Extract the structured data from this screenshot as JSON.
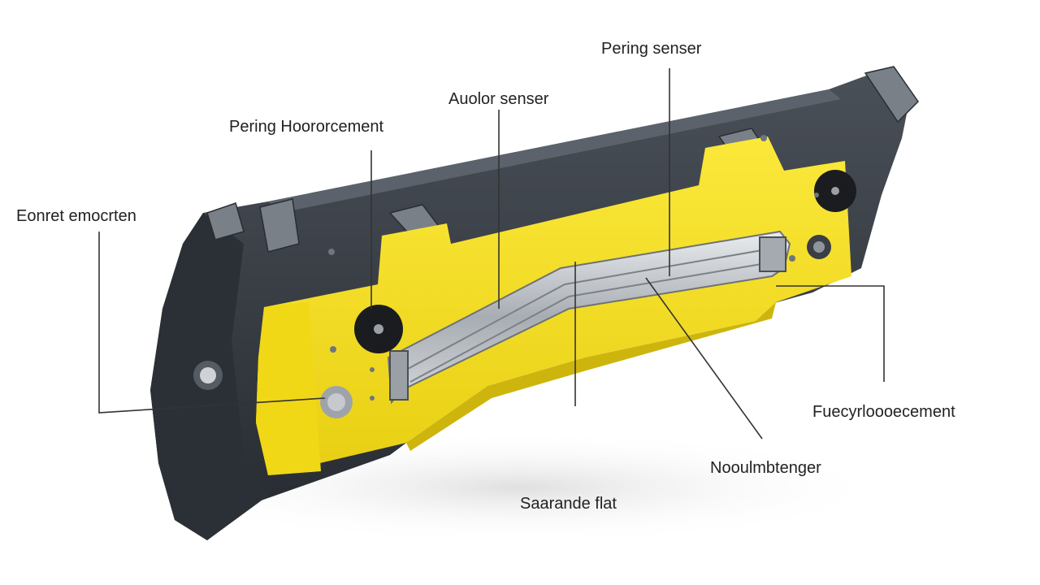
{
  "labels": {
    "parking_sensor_top": "Pering senser",
    "anchor_sensor": "Auolor senser",
    "parking_reinforcement": "Pering Hoororcement",
    "energy_absorber": "Eonret emocrten",
    "reinforcement_right": "Fuecyrloooecement",
    "mounting_bracket": "Nooulmbtenger",
    "standard_fascia": "Saarande flat"
  },
  "colors": {
    "yellow_body": "#f5e01c",
    "yellow_shadow": "#d9c211",
    "dark_frame": "#3a3f45",
    "dark_frame_shadow": "#23272c",
    "metal": "#b8bcc2",
    "leader_line": "#333333"
  }
}
